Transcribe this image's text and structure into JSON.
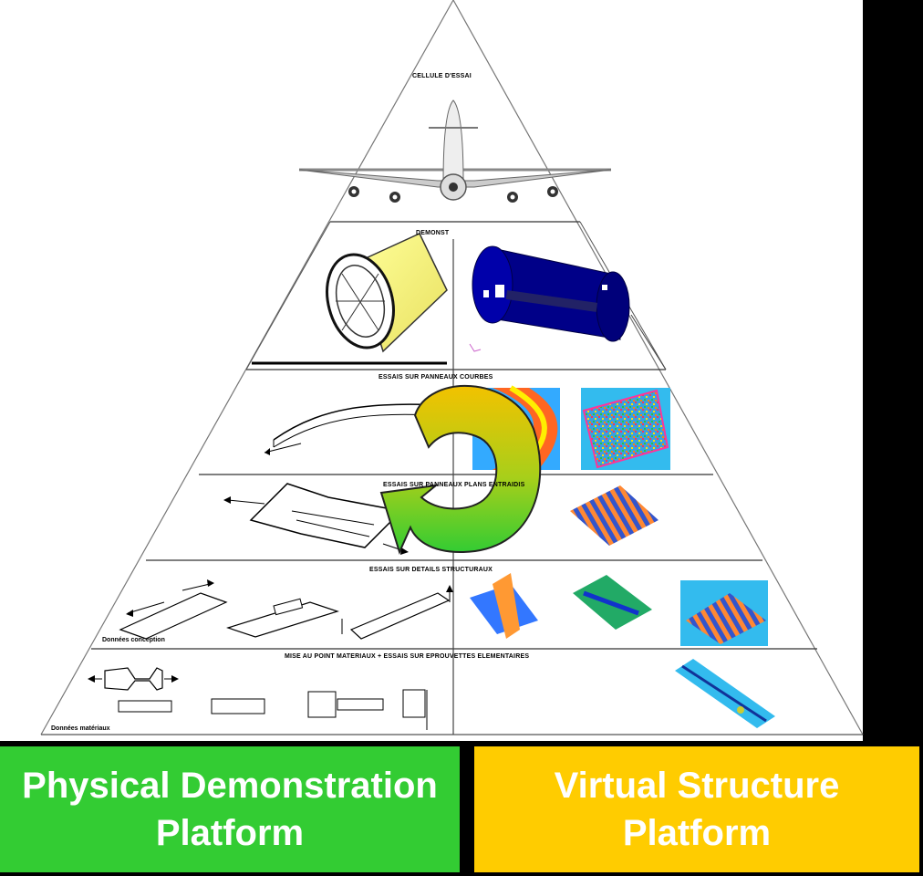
{
  "tiers": [
    {
      "id": "cellule",
      "label": "CELLULE D'ESSAI"
    },
    {
      "id": "demonst",
      "label": "DEMONST"
    },
    {
      "id": "courbes",
      "label": "ESSAIS SUR PANNEAUX COURBES"
    },
    {
      "id": "plans",
      "label": "ESSAIS SUR PANNEAUX PLANS ENTRAIDIS"
    },
    {
      "id": "details",
      "label": "ESSAIS SUR DETAILS STRUCTURAUX"
    },
    {
      "id": "materiaux",
      "label": "MISE AU POINT MATERIAUX + ESSAIS SUR EPROUVETTES ELEMENTAIRES"
    }
  ],
  "notes": {
    "conception": "Données conception",
    "materiaux": "Données matériaux"
  },
  "platforms": {
    "physical": {
      "line1": "Physical Demonstration",
      "line2": "Platform",
      "color": "#33cc33"
    },
    "virtual": {
      "line1": "Virtual Structure",
      "line2": "Platform",
      "color": "#ffcc00"
    }
  },
  "colors": {
    "background": "#000000",
    "pyramid": "#ffffff",
    "cycle_arrow_top": "#f2c200",
    "cycle_arrow_bottom": "#33cc33"
  }
}
